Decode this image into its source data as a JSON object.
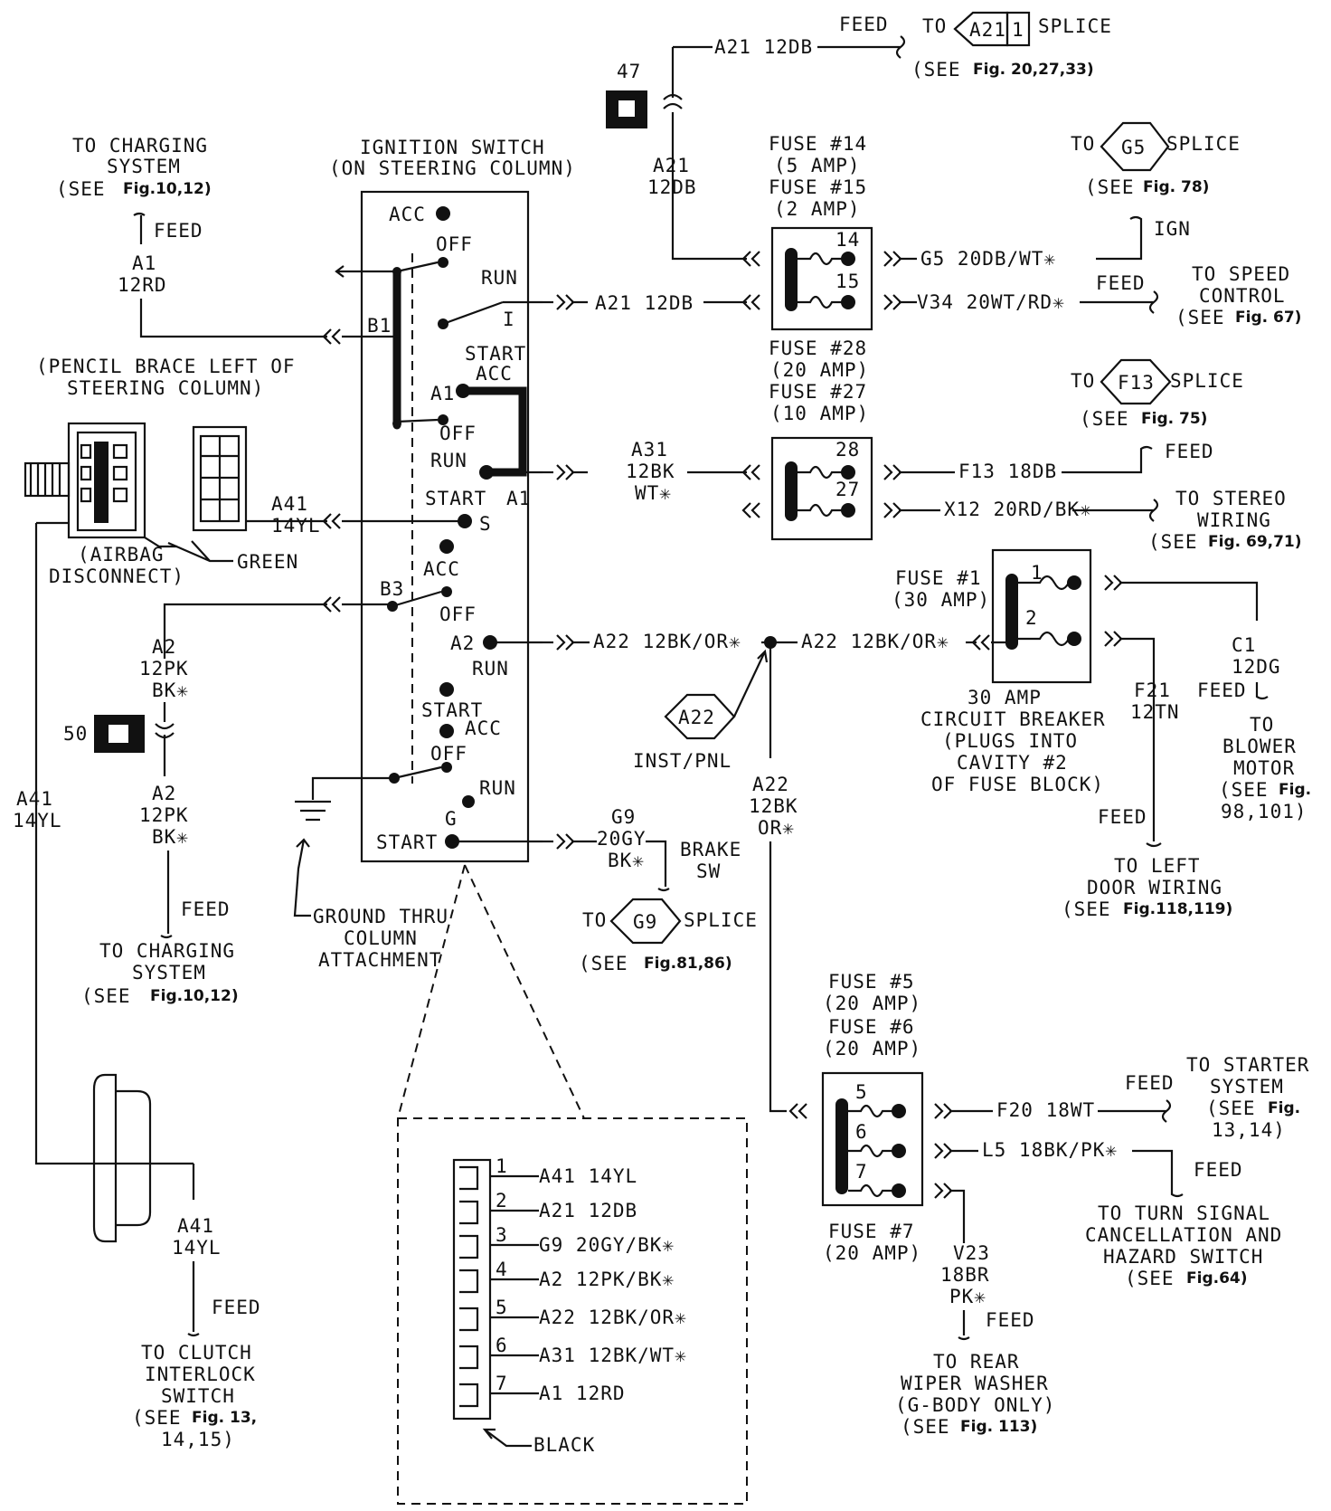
{
  "switch": {
    "title1": "IGNITION SWITCH",
    "title2": "(ON STEERING COLUMN)",
    "acc": "ACC",
    "off": "OFF",
    "run": "RUN",
    "start": "START",
    "run_i": "I",
    "a1": "A1",
    "a2": "A2",
    "s": "S",
    "g": "G",
    "b1": "B1",
    "b3": "B3"
  },
  "top": {
    "a21_12db": "A21 12DB",
    "feed": "FEED",
    "to": "TO",
    "a21": "A21",
    "one": "1",
    "splice": "SPLICE",
    "see_a21": "(SEE",
    "see_a21_fig": "Fig. 20,27,33)",
    "conn47": "47",
    "a21_v1": "A21",
    "a21_v2": "12DB"
  },
  "charging_top": {
    "l1": "TO CHARGING",
    "l2": "SYSTEM",
    "l3": "(SEE",
    "l3fig": "Fig.10,12)",
    "feed": "FEED",
    "a1": "A1",
    "rd": "12RD"
  },
  "pencil": {
    "l1": "(PENCIL BRACE LEFT OF",
    "l2": "STEERING COLUMN)",
    "airbag1": "(AIRBAG",
    "airbag2": "DISCONNECT)",
    "green": "GREEN"
  },
  "wires_left": {
    "a41": "A41",
    "a41b": "14YL",
    "a2": "A2",
    "a2b": "12PK",
    "a2c": "BK✳",
    "conn50": "50",
    "feed": "FEED",
    "charg1": "TO CHARGING",
    "charg2": "SYSTEM",
    "charg3": "(SEE",
    "charg3fig": "Fig.10,12)",
    "a41_side": "A41",
    "a41_side2": "14YL",
    "clutch_a41": "A41",
    "clutch_a41b": "14YL",
    "clutch_feed": "FEED",
    "clutch1": "TO CLUTCH",
    "clutch2": "INTERLOCK",
    "clutch3": "SWITCH",
    "clutch4": "(SEE",
    "clutch4fig": "Fig. 13,",
    "clutch5": "14,15)"
  },
  "ground": {
    "l1": "GROUND THRU",
    "l2": "COLUMN",
    "l3": "ATTACHMENT"
  },
  "fuse_14_15": {
    "f14": "FUSE #14",
    "f14a": "(5 AMP)",
    "f15": "FUSE #15",
    "f15a": "(2 AMP)",
    "n14": "14",
    "n15": "15",
    "g5": "G5 20DB/WT✳",
    "v34": "V34 20WT/RD✳",
    "ign": "IGN",
    "feed": "FEED",
    "to": "TO",
    "g5s": "G5",
    "splice": "SPLICE",
    "see": "(SEE",
    "seefig": "Fig. 78)",
    "spd1": "TO SPEED",
    "spd2": "CONTROL",
    "spd3": "(SEE",
    "spd3fig": "Fig. 67)"
  },
  "fuse_27_28": {
    "f28": "FUSE #28",
    "f28a": "(20 AMP)",
    "f27": "FUSE #27",
    "f27a": "(10 AMP)",
    "n28": "28",
    "n27": "27",
    "a31": "A31",
    "a31b": "12BK",
    "a31c": "WT✳",
    "f13": "F13 18DB",
    "x12": "X12 20RD/BK✳",
    "to": "TO",
    "f13s": "F13",
    "splice": "SPLICE",
    "see": "(SEE",
    "seefig": "Fig. 75)",
    "feed": "FEED",
    "st1": "TO STEREO",
    "st2": "WIRING",
    "st3": "(SEE",
    "st3fig": "Fig. 69,71)"
  },
  "middle": {
    "a22a": "A22 12BK/OR✳",
    "a22b": "A22 12BK/OR✳",
    "a22d": "A22",
    "inst": "INST/PNL",
    "a22v1": "A22",
    "a22v2": "12BK",
    "a22v3": "OR✳",
    "g9a": "G9",
    "g9b": "20GY",
    "g9c": "BK✳",
    "brake1": "BRAKE",
    "brake2": "SW",
    "to": "TO",
    "g9s": "G9",
    "splice": "SPLICE",
    "see": "(SEE",
    "seefig": "Fig.81,86)"
  },
  "breaker": {
    "f1": "FUSE #1",
    "f1a": "(30 AMP)",
    "n1": "1",
    "n2": "2",
    "c1a": "30 AMP",
    "c1b": "CIRCUIT BREAKER",
    "c1c": "(PLUGS INTO",
    "c1d": "CAVITY #2",
    "c1e": "OF FUSE BLOCK)",
    "c1": "C1",
    "c1g": "12DG",
    "feed": "FEED",
    "bl1": "TO",
    "bl2": "BLOWER",
    "bl3": "MOTOR",
    "bl4": "(SEE",
    "bl4fig": "Fig.",
    "bl5": "98,101)",
    "f21": "F21",
    "f21b": "12TN",
    "feed2": "FEED",
    "ld1": "TO LEFT",
    "ld2": "DOOR WIRING",
    "ld3": "(SEE",
    "ld3fig": "Fig.118,119)"
  },
  "fuse_5_7": {
    "f5": "FUSE #5",
    "f5a": "(20 AMP)",
    "f6": "FUSE #6",
    "f6a": "(20 AMP)",
    "f7": "FUSE #7",
    "f7a": "(20 AMP)",
    "n5": "5",
    "n6": "6",
    "n7": "7",
    "f20": "F20 18WT",
    "l5": "L5 18BK/PK✳",
    "feed": "FEED",
    "ss1": "TO STARTER",
    "ss2": "SYSTEM",
    "ss3": "(SEE",
    "ss3fig": "Fig.",
    "ss4": "13,14)",
    "ts1": "TO TURN SIGNAL",
    "ts2": "CANCELLATION AND",
    "ts3": "HAZARD SWITCH",
    "ts4": "(SEE",
    "ts4fig": "Fig.64)",
    "v23": "V23",
    "v23b": "18BR",
    "v23c": "PK✳",
    "rw1": "TO REAR",
    "rw2": "WIPER WASHER",
    "rw3": "(G-BODY ONLY)",
    "rw4": "(SEE",
    "rw4fig": "Fig. 113)"
  },
  "connector": {
    "pins": [
      {
        "n": "1",
        "label": "A41 14YL"
      },
      {
        "n": "2",
        "label": "A21 12DB"
      },
      {
        "n": "3",
        "label": "G9 20GY/BK✳"
      },
      {
        "n": "4",
        "label": "A2 12PK/BK✳"
      },
      {
        "n": "5",
        "label": "A22 12BK/OR✳"
      },
      {
        "n": "6",
        "label": "A31 12BK/WT✳"
      },
      {
        "n": "7",
        "label": "A1 12RD"
      }
    ],
    "black": "BLACK"
  }
}
